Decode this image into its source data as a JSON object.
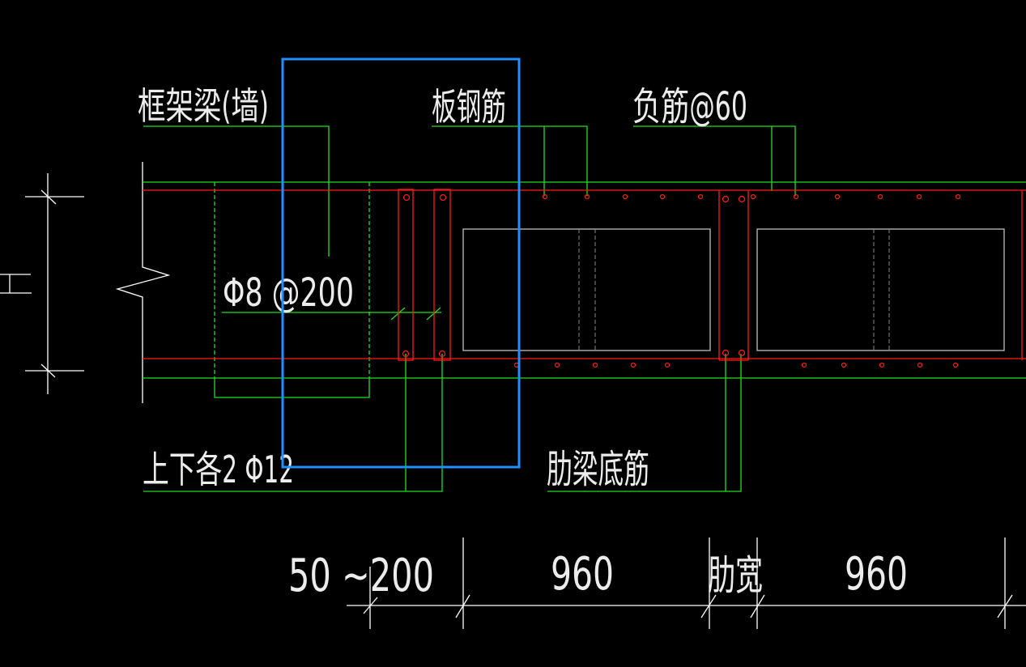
{
  "colors": {
    "background": "#000000",
    "text": "#ececec",
    "leader": "#22dd22",
    "rebar": "#ff1a1a",
    "outline": "#bfbfbf",
    "selection": "#1e90ff",
    "dimension": "#ffffff"
  },
  "labels": {
    "frame_beam": "框架梁(墙)",
    "slab_rebar": "板钢筋",
    "negative_rebar": "负筋@60",
    "stirrup": "Φ8 @200",
    "top_bottom_bars": "上下各2 Φ12",
    "rib_bottom_bar": "肋梁底筋",
    "height_mark": "H"
  },
  "dimensions": {
    "edge": "50 ~200",
    "span_1": "960",
    "rib_width": "肋宽",
    "span_2": "960"
  },
  "selection": {
    "label": "selection-rectangle"
  }
}
